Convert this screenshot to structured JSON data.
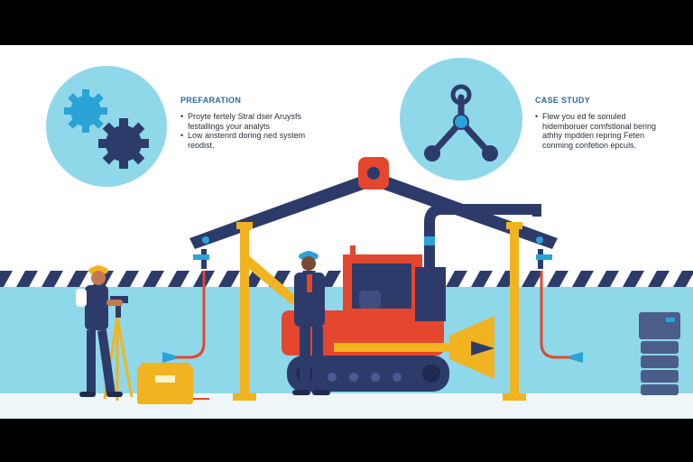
{
  "preparation": {
    "title": "PREFARATION",
    "bullets": [
      "Proyte fertely Stral dser Aruysfs festallings your analyts",
      "Low anstenrd doring ned system reodist."
    ]
  },
  "case_study": {
    "title": "CASE STUDY",
    "bullets": [
      "Flew you ed fe sonuled hidemboruer comfstlonal bering athhy mpdden repring Feten conming confetion epculs."
    ]
  },
  "colors": {
    "navy": "#2d3b6b",
    "yellow": "#f2b320",
    "orange_red": "#e4472e",
    "light_blue": "#8fd8ea",
    "cyan": "#2aa3d6"
  },
  "icons": [
    "gears-icon",
    "network-nodes-icon"
  ]
}
